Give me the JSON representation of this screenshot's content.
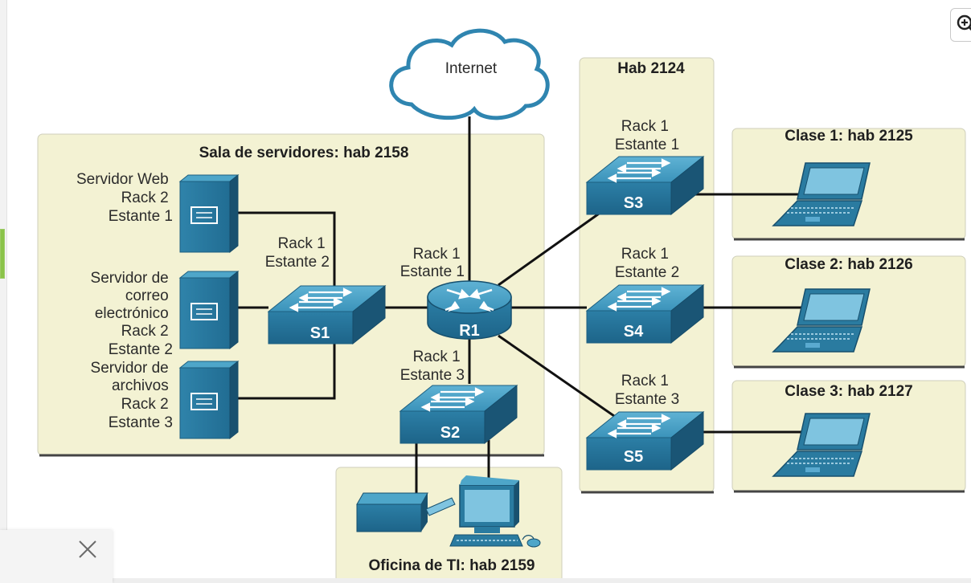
{
  "rooms": {
    "server_room": "Sala de servidores: hab 2158",
    "hab_2124": "Hab 2124",
    "class1": "Clase 1: hab 2125",
    "class2": "Clase 2: hab 2126",
    "class3": "Clase 3: hab 2127",
    "it_office": "Oficina de TI: hab 2159"
  },
  "cloud": "Internet",
  "servers": {
    "web": [
      "Servidor Web",
      "Rack 2",
      "Estante 1"
    ],
    "mail": [
      "Servidor de",
      "correo",
      "electrónico",
      "Rack 2",
      "Estante 2"
    ],
    "file": [
      "Servidor de",
      "archivos",
      "Rack 2",
      "Estante 3"
    ]
  },
  "devices": {
    "s1": {
      "name": "S1",
      "loc": [
        "Rack 1",
        "Estante 2"
      ]
    },
    "r1": {
      "name": "R1",
      "loc": [
        "Rack 1",
        "Estante 1"
      ]
    },
    "s2": {
      "name": "S2",
      "loc": [
        "Rack 1",
        "Estante 3"
      ]
    },
    "s3": {
      "name": "S3",
      "loc": [
        "Rack 1",
        "Estante 1"
      ]
    },
    "s4": {
      "name": "S4",
      "loc": [
        "Rack 1",
        "Estante 2"
      ]
    },
    "s5": {
      "name": "S5",
      "loc": [
        "Rack 1",
        "Estante 3"
      ]
    }
  },
  "icons": {
    "zoom": "zoom-in-icon",
    "close": "close-icon",
    "cloud": "cloud-icon",
    "switch": "switch-icon",
    "router": "router-icon",
    "server": "server-icon",
    "laptop": "laptop-icon",
    "printer": "printer-icon",
    "pc": "desktop-computer-icon"
  },
  "colors": {
    "room_fill": "#f3f2d3",
    "device_blue": "#2a7ba0",
    "device_dark": "#1a5a7c",
    "device_light": "#4ea6c9",
    "link": "#111111"
  }
}
